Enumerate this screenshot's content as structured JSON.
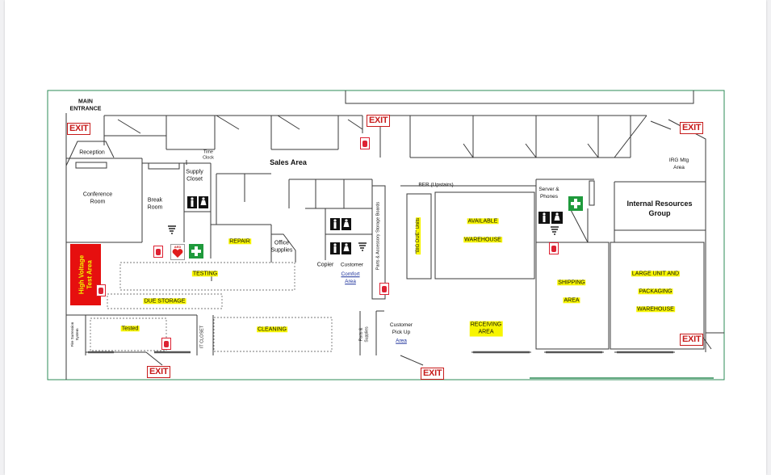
{
  "labels": {
    "main_entrance": "MAIN\nENTRANCE",
    "reception": "Reception",
    "conference_room": "Conference\nRoom",
    "break_room": "Break\nRoom",
    "supply_closet": "Supply\nCloset",
    "time_clock": "Time\nClock",
    "sales_area": "Sales Area",
    "repair": "REPAIR",
    "office_supplies": "Office\nSupplies",
    "copier": "Copier",
    "customer": "Customer",
    "comfort_area": "Comfort\nArea",
    "testing": "TESTING",
    "due_storage": "DUE STORAGE",
    "tested": "Tested",
    "it_closet": "IT CLOSET",
    "cleaning": "CLEANING",
    "parts_supplies": "Parts &\nSupplies",
    "customer_pickup": "Customer\nPick Up",
    "pickup_area": "Area",
    "receiving_area": "RECEIVING\nAREA",
    "ber": "BER  (Upstairs)",
    "big_due_units": "\"BIG DUE\" Units",
    "parts_accessory": "Parts & Accessory Storage Boards",
    "available": "AVAILABLE",
    "warehouse": "WAREHOUSE",
    "server_phones": "Server &\nPhones",
    "irg_mtg_area": "IRG Mtg\nArea",
    "internal_resources": "Internal Resources\nGroup",
    "shipping": "SHIPPING",
    "shipping_area": "AREA",
    "large_unit": "LARGE UNIT AND",
    "packaging": "PACKAGING",
    "large_warehouse": "WAREHOUSE",
    "fire_suppression": "Fire Surression\nSystem",
    "high_voltage": "High Voltage\nTest Area",
    "aed": "AED",
    "exit": "EXIT"
  },
  "colors": {
    "wall": "#3a3a3a",
    "border": "#2e8b57",
    "highlight": "#f7f500",
    "danger": "#e60f0f",
    "exit": "#c71b1b",
    "safety_green": "#1f9a3c"
  },
  "icons": [
    "restroom-icon",
    "fire-extinguisher-icon",
    "aed-icon",
    "first-aid-icon",
    "tornado-shelter-icon",
    "exit-sign"
  ]
}
